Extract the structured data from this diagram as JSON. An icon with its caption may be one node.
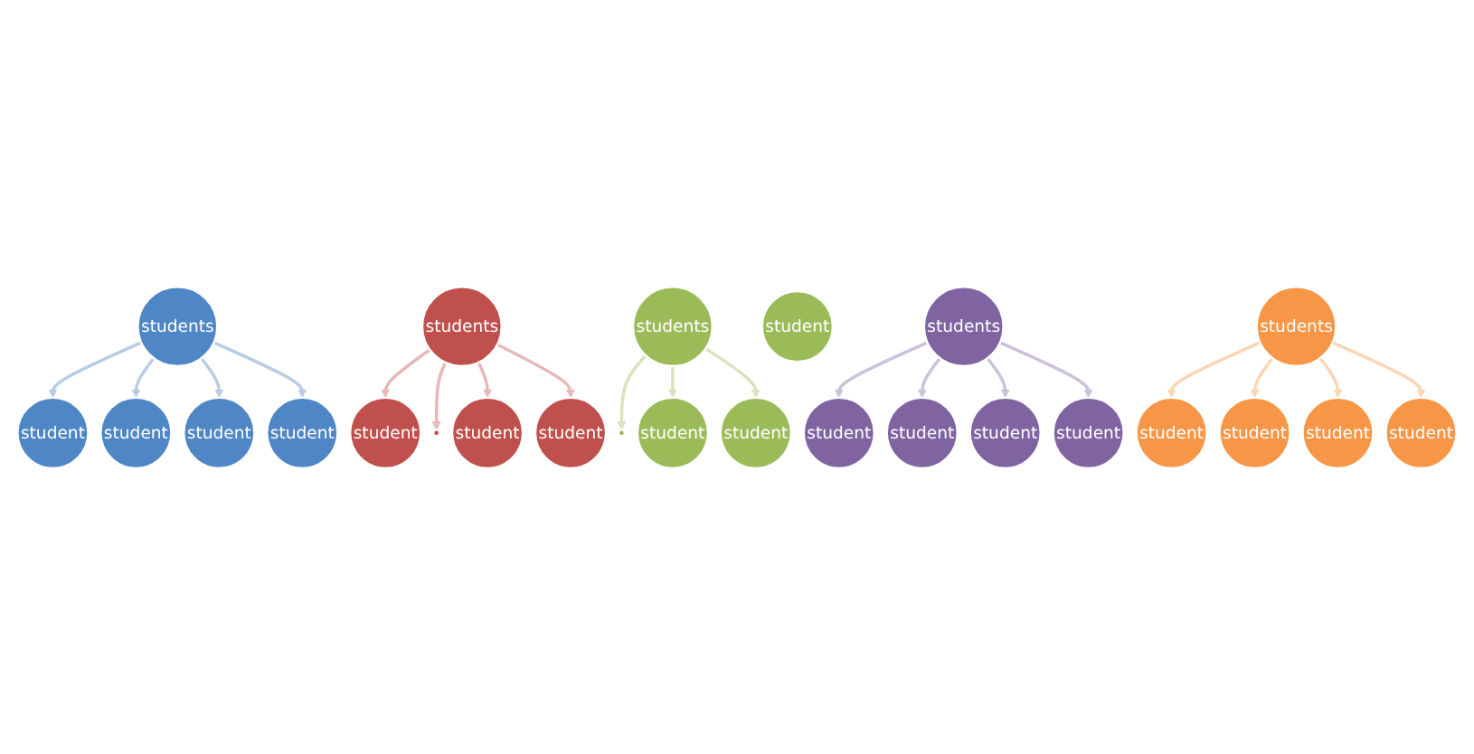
{
  "diagram": {
    "nodes": [
      {
        "text": [
          "student"
        ]
      },
      {
        "text": [
          "student"
        ]
      },
      {
        "text": [
          "students"
        ]
      },
      {
        "text": [
          "student"
        ]
      },
      {
        "text": [
          "student"
        ]
      },
      {
        "text": [],
        "shape": "circle"
      },
      {
        "text": [
          "student"
        ]
      },
      {
        "text": [
          "students"
        ]
      },
      {
        "text": [
          "student"
        ]
      },
      {
        "text": [
          "student"
        ]
      },
      {
        "text": [],
        "shape": "circle"
      },
      {
        "text": [
          "student"
        ]
      },
      {
        "text": [
          "students"
        ]
      },
      {
        "text": [
          "student"
        ]
      },
      {
        "text": [
          "student"
        ]
      },
      {
        "text": [
          "student"
        ]
      },
      {
        "text": [
          "student"
        ]
      },
      {
        "text": [
          "students"
        ]
      },
      {
        "text": [
          "student"
        ]
      },
      {
        "text": [
          "student"
        ]
      },
      {
        "text": [
          "student"
        ]
      },
      {
        "text": [
          "student"
        ]
      },
      {
        "text": [
          "students"
        ]
      },
      {
        "text": [
          "student"
        ]
      },
      {
        "text": [
          "student"
        ]
      }
    ],
    "edges": [
      {
        "from": 2,
        "to": 0,
        "arrow": "to"
      },
      {
        "from": 2,
        "to": 1,
        "arrow": "to"
      },
      {
        "from": 2,
        "to": 3,
        "arrow": "to"
      },
      {
        "from": 2,
        "to": 4,
        "arrow": "to"
      },
      {
        "from": 7,
        "to": 6,
        "arrow": "to"
      },
      {
        "from": 7,
        "to": 5,
        "arrow": "to"
      },
      {
        "from": 7,
        "to": 8,
        "arrow": "to"
      },
      {
        "from": 7,
        "to": 9,
        "arrow": "to"
      },
      {
        "from": 12,
        "to": 10,
        "arrow": "to"
      },
      {
        "from": 12,
        "to": 11,
        "arrow": "to"
      },
      {
        "from": 12,
        "to": 13,
        "arrow": "to"
      },
      {
        "from": 17,
        "to": 15,
        "arrow": "to"
      },
      {
        "from": 17,
        "to": 16,
        "arrow": "to"
      },
      {
        "from": 17,
        "to": 18,
        "arrow": "to"
      },
      {
        "from": 17,
        "to": 19,
        "arrow": "to"
      },
      {
        "from": 22,
        "to": 20,
        "arrow": "to"
      },
      {
        "from": 22,
        "to": 21,
        "arrow": "to"
      },
      {
        "from": 22,
        "to": 23,
        "arrow": "to"
      },
      {
        "from": 22,
        "to": 24,
        "arrow": "to"
      }
    ]
  }
}
